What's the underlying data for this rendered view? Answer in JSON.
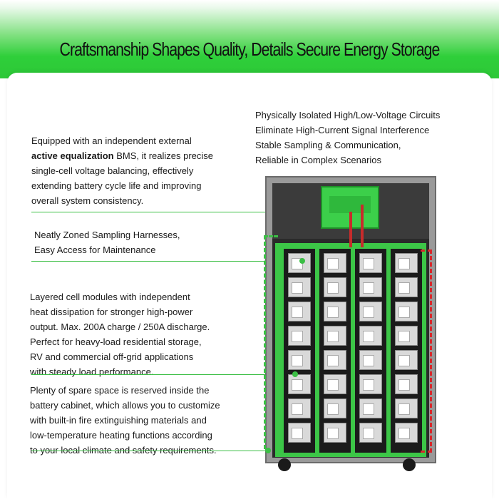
{
  "title": "Craftsmanship Shapes Quality, Details Secure Energy Storage",
  "callouts": {
    "bms": {
      "line1": "Equipped with an independent external",
      "bold": "active equalization",
      "line2_rest": " BMS, it realizes precise",
      "line3": "single-cell voltage balancing, effectively",
      "line4": "extending battery cycle life and improving",
      "line5": "overall system consistency."
    },
    "isolated": {
      "line1": "Physically Isolated High/Low-Voltage Circuits",
      "line2": "Eliminate High-Current Signal Interference",
      "line3": "Stable Sampling & Communication,",
      "line4": "Reliable in Complex Scenarios"
    },
    "harness": {
      "line1": "Neatly Zoned Sampling Harnesses,",
      "line2": "Easy Access for Maintenance"
    },
    "layered": {
      "line1": "Layered cell modules with independent",
      "line2": "heat dissipation for stronger high-power",
      "line3": "output. Max. 200A charge / 250A discharge.",
      "line4": "Perfect for heavy-load residential storage,",
      "line5": "RV and commercial off-grid applications",
      "line6": "with steady load performance."
    },
    "space": {
      "line1": "Plenty of spare space is reserved inside the",
      "line2": "battery cabinet, which allows you to customize",
      "line3": "with built-in fire extinguishing materials and",
      "line4": "low-temperature heating functions according",
      "line5": "to your local climate and safety requirements."
    }
  },
  "colors": {
    "accent_green": "#3bbf45",
    "highlight_red": "#d9262a"
  }
}
